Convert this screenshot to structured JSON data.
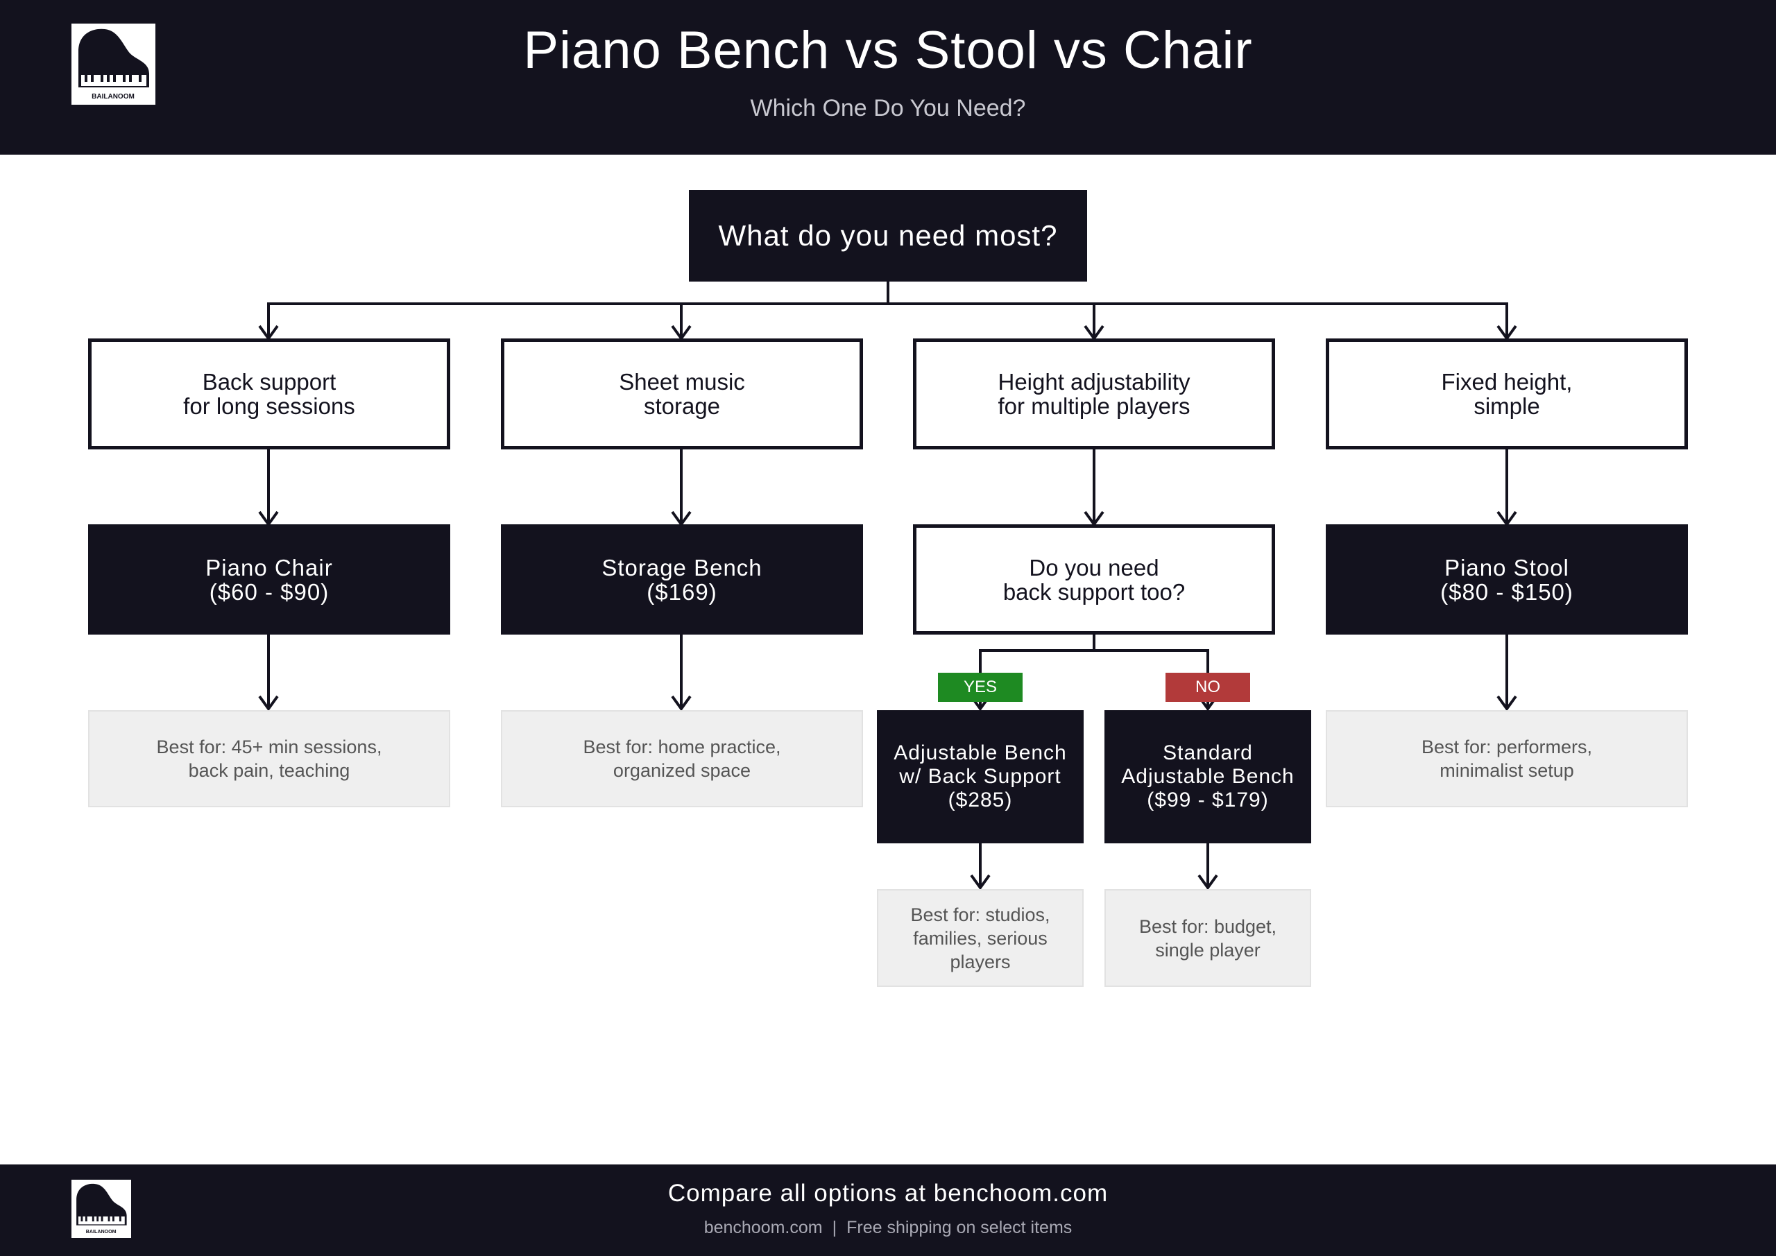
{
  "header": {
    "title": "Piano Bench vs Stool vs Chair",
    "subtitle": "Which One Do You Need?",
    "logo_text": "BAILANOOM"
  },
  "root": {
    "label": "What do you need most?"
  },
  "branches": [
    {
      "need": "Back support\nfor long sessions",
      "product": "Piano Chair\n($60 - $90)",
      "best_for": "Best for: 45+ min sessions,\nback pain, teaching"
    },
    {
      "need": "Sheet music\nstorage",
      "product": "Storage Bench\n($169)",
      "best_for": "Best for: home practice,\norganized space"
    },
    {
      "need": "Height adjustability\nfor multiple players",
      "question": "Do you need\nback support too?"
    },
    {
      "need": "Fixed height,\nsimple",
      "product": "Piano Stool\n($80 - $150)",
      "best_for": "Best for: performers,\nminimalist setup"
    }
  ],
  "sub_branches": [
    {
      "answer": "YES",
      "answer_color": "#1e8a22",
      "product": "Adjustable Bench\nw/ Back Support\n($285)",
      "best_for": "Best for: studios,\nfamilies, serious\nplayers"
    },
    {
      "answer": "NO",
      "answer_color": "#b23a3a",
      "product": "Standard\nAdjustable Bench\n($99 - $179)",
      "best_for": "Best for: budget,\nsingle player"
    }
  ],
  "footer": {
    "cta": "Compare all options at benchoom.com",
    "site": "benchoom.com",
    "separator": "|",
    "note": "Free shipping on select items"
  },
  "colors": {
    "dark": "#13121e",
    "light_box": "#efefef",
    "yes": "#1e8a22",
    "no": "#b23a3a"
  }
}
